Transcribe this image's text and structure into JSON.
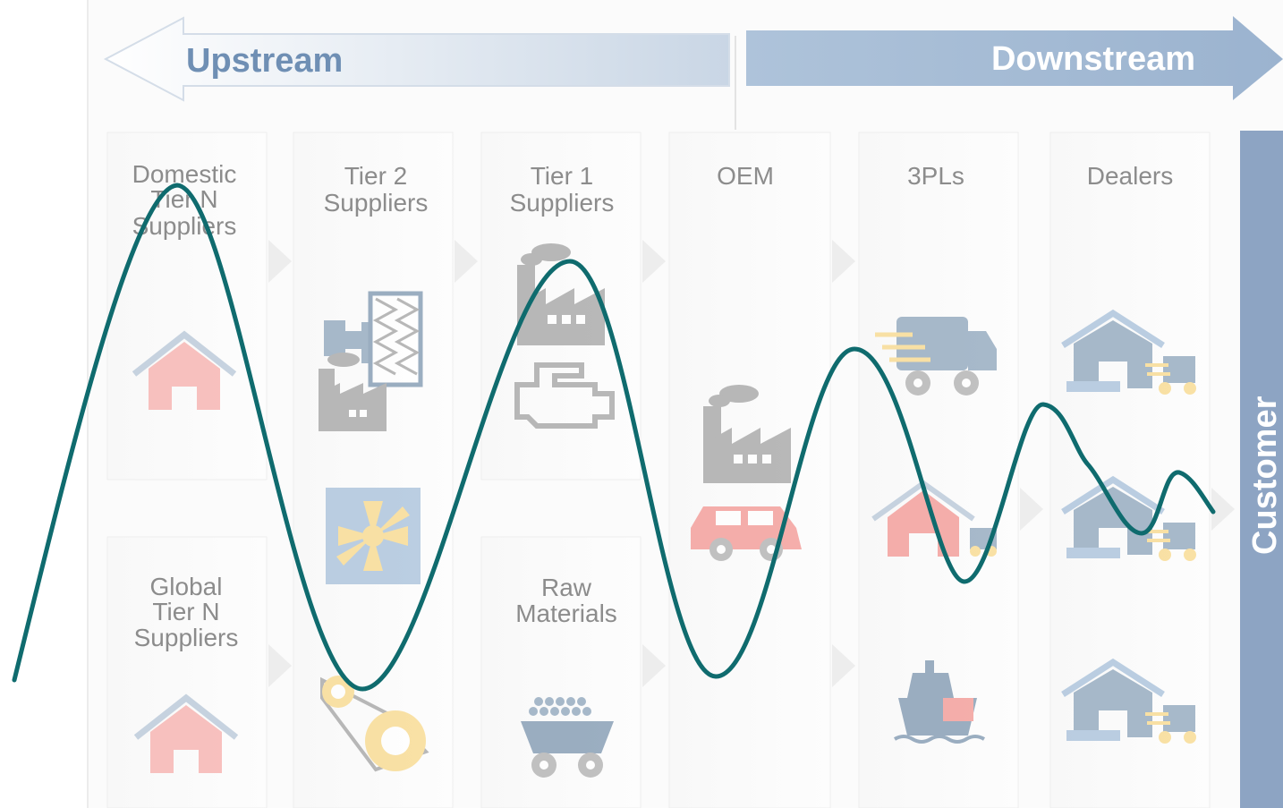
{
  "flow": {
    "upstream_label": "Upstream",
    "downstream_label": "Downstream"
  },
  "columns": {
    "domestic_tier_n": {
      "lines": [
        "Domestic",
        "Tier N",
        "Suppliers"
      ],
      "icons": [
        "house-icon"
      ]
    },
    "global_tier_n": {
      "lines": [
        "Global",
        "Tier N",
        "Suppliers"
      ],
      "icons": [
        "house-icon"
      ]
    },
    "tier2": {
      "lines": [
        "Tier 2",
        "Suppliers"
      ],
      "icons": [
        "machinery-icon",
        "factory-icon",
        "fan-icon",
        "belt-pulley-icon"
      ]
    },
    "tier1": {
      "lines": [
        "Tier 1",
        "Suppliers"
      ],
      "icons": [
        "factory-icon",
        "engine-icon"
      ]
    },
    "raw_materials": {
      "lines": [
        "Raw",
        "Materials"
      ],
      "icons": [
        "mine-cart-icon"
      ]
    },
    "oem": {
      "lines": [
        "OEM"
      ],
      "icons": [
        "factory-icon",
        "car-icon"
      ]
    },
    "3pls": {
      "lines": [
        "3PLs"
      ],
      "icons": [
        "delivery-truck-icon",
        "warehouse-truck-icon",
        "cargo-ship-icon"
      ]
    },
    "dealers": {
      "lines": [
        "Dealers"
      ],
      "icons": [
        "warehouse-truck-icon",
        "warehouse-truck-icon",
        "warehouse-truck-icon"
      ]
    }
  },
  "customer_label": "Customer",
  "colors": {
    "wave": "#0f6b6e",
    "house": "#f5a3a0",
    "icon_gray": "#9a9a9a",
    "icon_blue": "#8fb0d0",
    "icon_yellow": "#f7cf6c",
    "customer_bar": "#8da4c3"
  }
}
